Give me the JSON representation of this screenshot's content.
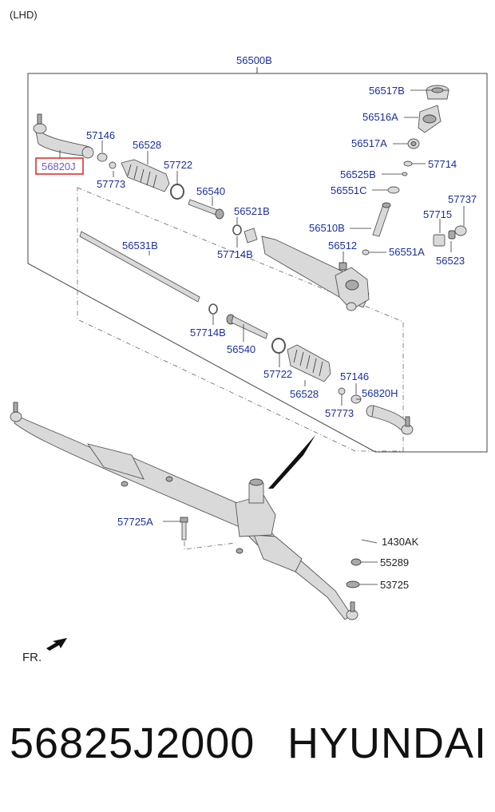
{
  "header": {
    "variant": "(LHD)"
  },
  "assembly_label": "56500B",
  "orientation_label": "FR.",
  "highlight_color": "#e03030",
  "label_color": "#1a2fa0",
  "labels": [
    {
      "id": "56517B",
      "text": "56517B"
    },
    {
      "id": "56516A",
      "text": "56516A"
    },
    {
      "id": "56517A",
      "text": "56517A"
    },
    {
      "id": "57714-top",
      "text": "57714"
    },
    {
      "id": "56525B",
      "text": "56525B"
    },
    {
      "id": "56551C",
      "text": "56551C"
    },
    {
      "id": "57737",
      "text": "57737"
    },
    {
      "id": "57715",
      "text": "57715"
    },
    {
      "id": "56510B",
      "text": "56510B"
    },
    {
      "id": "56512",
      "text": "56512"
    },
    {
      "id": "56551A",
      "text": "56551A"
    },
    {
      "id": "56523",
      "text": "56523"
    },
    {
      "id": "57146-top",
      "text": "57146"
    },
    {
      "id": "56528-top",
      "text": "56528"
    },
    {
      "id": "57722-top",
      "text": "57722"
    },
    {
      "id": "56820J",
      "text": "56820J",
      "highlighted": true
    },
    {
      "id": "57773-top",
      "text": "57773"
    },
    {
      "id": "56540-top",
      "text": "56540"
    },
    {
      "id": "56521B",
      "text": "56521B"
    },
    {
      "id": "57714B-top",
      "text": "57714B"
    },
    {
      "id": "56531B",
      "text": "56531B"
    },
    {
      "id": "57714B-bottom",
      "text": "57714B"
    },
    {
      "id": "56540-bottom",
      "text": "56540"
    },
    {
      "id": "57722-bottom",
      "text": "57722"
    },
    {
      "id": "56528-bottom",
      "text": "56528"
    },
    {
      "id": "57146-bottom",
      "text": "57146"
    },
    {
      "id": "56820H",
      "text": "56820H"
    },
    {
      "id": "57773-bottom",
      "text": "57773"
    },
    {
      "id": "57725A",
      "text": "57725A"
    },
    {
      "id": "1430AK",
      "text": "1430AK"
    },
    {
      "id": "55289",
      "text": "55289"
    },
    {
      "id": "53725",
      "text": "53725"
    }
  ],
  "footer": {
    "part_number": "56825J2000",
    "brand": "HYUNDAI"
  }
}
